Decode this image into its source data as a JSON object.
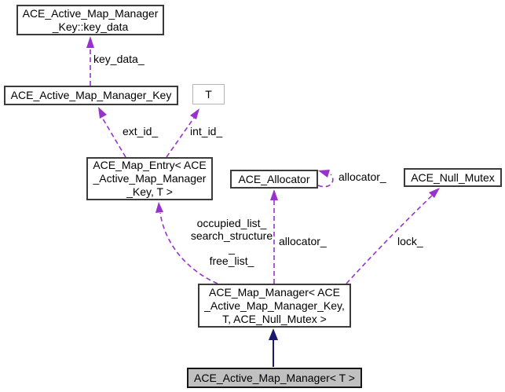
{
  "diagram": {
    "type": "doxygen-collaboration-graph",
    "nodes": {
      "key_data": {
        "lines": [
          "ACE_Active_Map_Manager",
          "_Key::key_data"
        ]
      },
      "manager_key": {
        "label": "ACE_Active_Map_Manager_Key"
      },
      "template_t": {
        "label": "T"
      },
      "map_entry": {
        "lines": [
          "ACE_Map_Entry< ACE",
          "_Active_Map_Manager",
          "_Key, T >"
        ]
      },
      "allocator": {
        "label": "ACE_Allocator"
      },
      "null_mutex": {
        "label": "ACE_Null_Mutex"
      },
      "map_manager": {
        "lines": [
          "ACE_Map_Manager< ACE",
          "_Active_Map_Manager_Key,",
          "T, ACE_Null_Mutex >"
        ]
      },
      "active_map_manager": {
        "label": "ACE_Active_Map_Manager< T >"
      }
    },
    "edge_labels": {
      "key_data": "key_data_",
      "ext_id": "ext_id_",
      "int_id": "int_id_",
      "member_lists": {
        "lines": [
          "occupied_list_",
          "search_structure",
          "_",
          "free_list_"
        ]
      },
      "allocator_member": "allocator_",
      "allocator_self": "allocator_",
      "lock": "lock_"
    },
    "colors": {
      "dashed_edge": "#9932cc",
      "inheritance_edge": "#191970",
      "node_fill": "#ffffff",
      "current_node_fill": "#c0c0c0",
      "node_border": "#3b3b3b"
    }
  }
}
